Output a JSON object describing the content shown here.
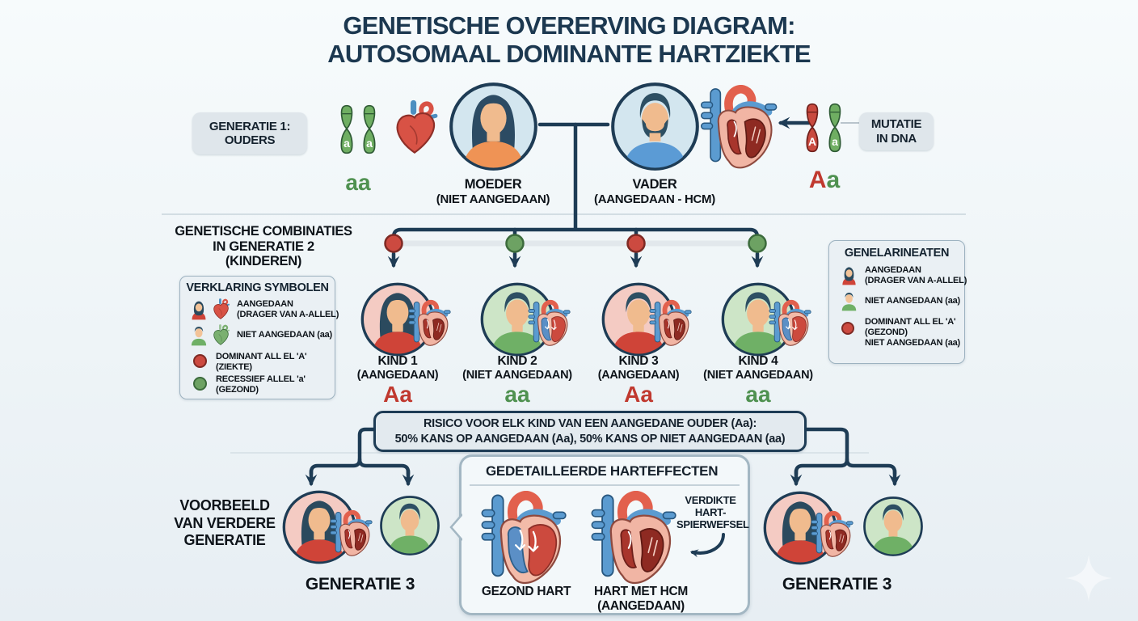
{
  "title": {
    "line1": "GENETISCHE OVERERVING DIAGRAM:",
    "line2": "AUTOSOMAAL DOMINANTE HARTZIEKTE"
  },
  "generation1": {
    "label_line1": "GENERATIE 1:",
    "label_line2": "OUDERS",
    "mother": {
      "name": "MOEDER",
      "status": "(NIET AANGEDAAN)",
      "genotype": "aa",
      "allele1": "a",
      "allele2": "a"
    },
    "father": {
      "name": "VADER",
      "status": "(AANGEDAAN - HCM)",
      "genotype_dominant": "A",
      "genotype_recessive": "a",
      "allele1": "A",
      "allele2": "a"
    },
    "mutation_line1": "MUTATIE",
    "mutation_line2": "IN DNA"
  },
  "generation2": {
    "heading_line1": "GENETISCHE COMBINATIES",
    "heading_line2": "IN GENERATIE 2",
    "heading_line3": "(KINDEREN)",
    "children": [
      {
        "name": "KIND 1",
        "status": "(AANGEDAAN)",
        "genotype": "Aa"
      },
      {
        "name": "KIND 2",
        "status": "(NIET AANGEDAAN)",
        "genotype": "aa"
      },
      {
        "name": "KIND 3",
        "status": "(AANGEDAAN)",
        "genotype": "Aa"
      },
      {
        "name": "KIND 4",
        "status": "(NIET AANGEDAAN)",
        "genotype": "aa"
      }
    ]
  },
  "legend_left": {
    "title": "VERKLARING SYMBOLEN",
    "item1_line1": "AANGEDAAN",
    "item1_line2": "(DRAGER VAN A-ALLEL)",
    "item2_line1": "NIET AANGEDAAN (aa)",
    "item3_line1": "DOMINANT ALL EL 'A'",
    "item3_line2": "(ZIEKTE)",
    "item4_line1": "RECESSIEF ALLEL 'a'",
    "item4_line2": "(GEZOND)"
  },
  "legend_right": {
    "title": "GENELARINEATEN",
    "item1_line1": "AANGEDAAN",
    "item1_line2": "(DRAGER VAN A-ALLEL)",
    "item2_line1": "NIET AANGEDAAN (aa)",
    "item3_line1": "DOMINANT ALL EL 'A'",
    "item3_line2": "(GEZOND)",
    "item3_line3": "NIET AANGEDAAN (aa)"
  },
  "risk_box": {
    "line1": "RISICO VOOR ELK KIND VAN EEN AANGEDANE OUDER (Aa):",
    "line2": "50% KANS OP AANGEDAAN (Aa), 50% KANS OP NIET AANGEDAAN (aa)"
  },
  "generation3_left": {
    "note_line1": "VOORBEELD",
    "note_line2": "VAN VERDERE",
    "note_line3": "GENERATIE",
    "label": "GENERATIE 3"
  },
  "heart_detail": {
    "title": "GEDETAILLEERDE HARTEFFECTEN",
    "healthy_label": "GEZOND HART",
    "hcm_label_line1": "HART MET HCM",
    "hcm_label_line2": "(AANGEDAAN)",
    "annotation_line1": "VERDIKTE",
    "annotation_line2": "HART-",
    "annotation_line3": "SPIERWEFSEL"
  },
  "generation3_right": {
    "label": "GENERATIE 3"
  },
  "colors": {
    "navy": "#1e3c55",
    "title_navy": "#1c3850",
    "text": "#101419",
    "red": "#c0392f",
    "green": "#4f9150",
    "chip_bg": "#dfe6eb",
    "legend_bg": "#eaf0f4",
    "legend_border": "#9db2c0",
    "risk_bg": "#e3eaef",
    "panel_bg": "#f3f8fa",
    "panel_border": "#a3b7c3",
    "avatar_blue": "#d3e6ef",
    "avatar_pink": "#f4cbc3",
    "avatar_green": "#cde5c7",
    "shirt_orange": "#ef9355",
    "shirt_blue": "#5b9bd5",
    "shirt_red": "#cf4438",
    "shirt_green": "#6fb066",
    "heart_red": "#d85245",
    "heart_green": "#7ab070",
    "dot_red": "#cc4a40",
    "dot_green": "#6da263",
    "divider": "#c9d5dc"
  }
}
